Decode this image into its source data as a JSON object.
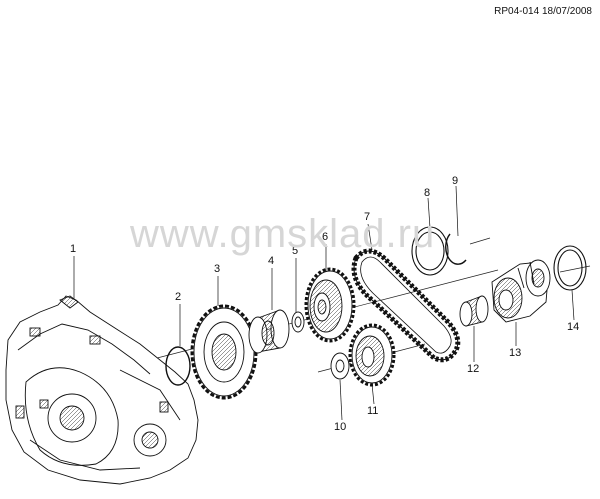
{
  "header": {
    "reference": "RP04-014 18/07/2008"
  },
  "watermark": "www.gmsklad.ru",
  "callouts": [
    {
      "id": "1",
      "part": "transmission-case"
    },
    {
      "id": "2",
      "part": "snap-ring"
    },
    {
      "id": "3",
      "part": "parking-gear"
    },
    {
      "id": "4",
      "part": "bearing"
    },
    {
      "id": "5",
      "part": "washer"
    },
    {
      "id": "6",
      "part": "drive-sprocket"
    },
    {
      "id": "7",
      "part": "drive-chain"
    },
    {
      "id": "8",
      "part": "seal-ring"
    },
    {
      "id": "9",
      "part": "snap-ring"
    },
    {
      "id": "10",
      "part": "thrust-washer"
    },
    {
      "id": "11",
      "part": "driven-sprocket"
    },
    {
      "id": "12",
      "part": "bearing"
    },
    {
      "id": "13",
      "part": "differential-housing"
    },
    {
      "id": "14",
      "part": "seal-ring"
    }
  ]
}
